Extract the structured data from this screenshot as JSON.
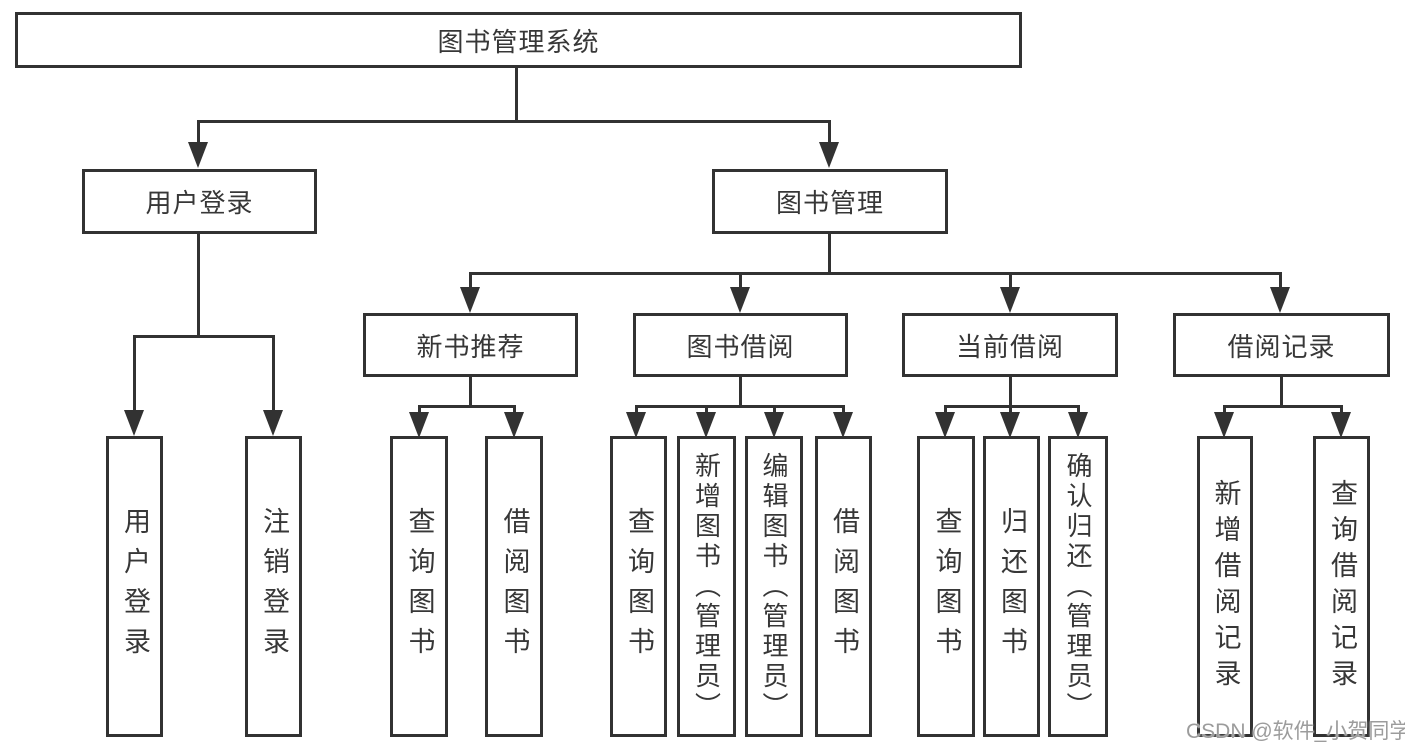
{
  "diagram": {
    "title": "图书管理系统",
    "type": "function-structure-tree",
    "colors": {
      "line": "#323232",
      "text": "#373737",
      "background": "#ffffff",
      "watermark_text_color": "#9c9c9c"
    },
    "watermark": "CSDN @软件_小贺同学"
  },
  "tree": {
    "root": {
      "label": "图书管理系统"
    },
    "branches": [
      {
        "label": "用户登录",
        "children": [
          {
            "label": "用户登录"
          },
          {
            "label": "注销登录"
          }
        ]
      },
      {
        "label": "图书管理",
        "groups": [
          {
            "label": "新书推荐",
            "children": [
              {
                "label": "查询图书"
              },
              {
                "label": "借阅图书"
              }
            ]
          },
          {
            "label": "图书借阅",
            "children": [
              {
                "label": "查询图书"
              },
              {
                "label": "新增图书（管理员）"
              },
              {
                "label": "编辑图书（管理员）"
              },
              {
                "label": "借阅图书"
              }
            ]
          },
          {
            "label": "当前借阅",
            "children": [
              {
                "label": "查询图书"
              },
              {
                "label": "归还图书"
              },
              {
                "label": "确认归还（管理员）"
              }
            ]
          },
          {
            "label": "借阅记录",
            "children": [
              {
                "label": "新增借阅记录"
              },
              {
                "label": "查询借阅记录"
              }
            ]
          }
        ]
      }
    ]
  }
}
